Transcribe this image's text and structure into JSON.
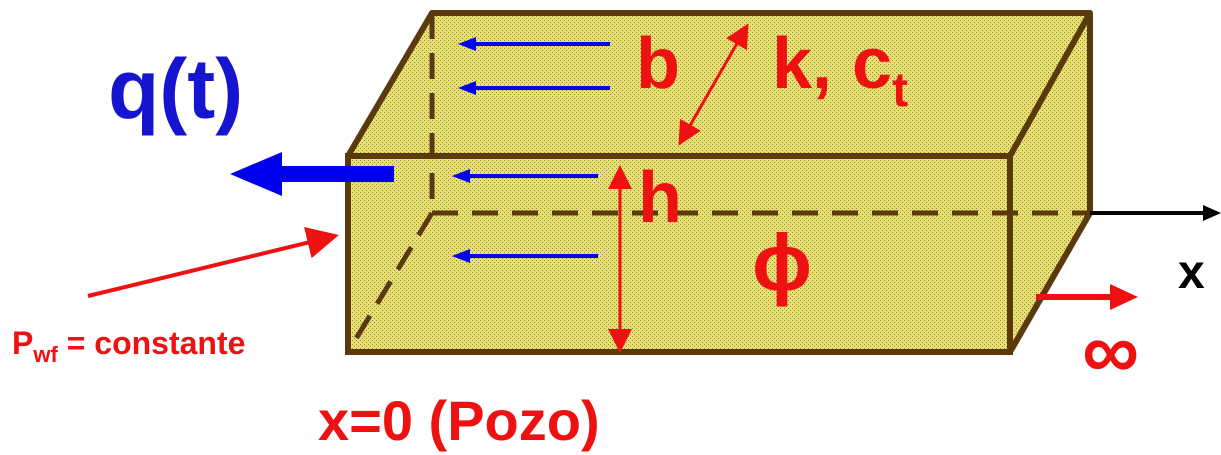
{
  "diagram": {
    "flow_label": "q(t)",
    "width_label": "b",
    "properties_label": "k, c",
    "properties_subscript": "t",
    "thickness_label": "h",
    "porosity_label": "ϕ",
    "axis_label": "x",
    "infinity_label": "∞",
    "pressure_label_main": "P",
    "pressure_label_subscript": "wf",
    "pressure_label_rest": " = constante",
    "origin_label": "x=0 (Pozo)"
  },
  "colors": {
    "block_fill": "#E8E070",
    "block_edge": "#5A3A0C",
    "flow": "#0000EE",
    "annotation": "#EE1111",
    "axis": "#000000",
    "text_blue": "#1515D0"
  }
}
